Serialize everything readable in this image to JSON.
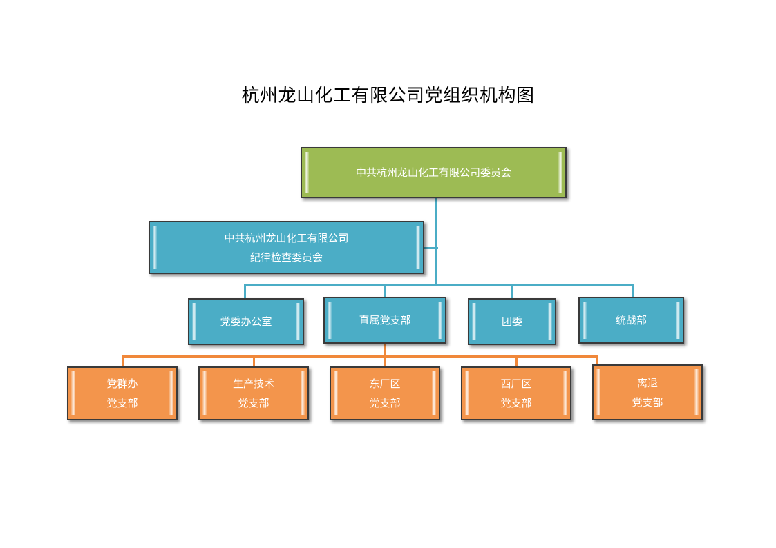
{
  "title": "杭州龙山化工有限公司党组织机构图",
  "colors": {
    "green": "#9DBB54",
    "blue": "#4BADC6",
    "orange": "#F3954C",
    "blue_connector": "#4BADC6",
    "orange_connector": "#F0883A",
    "border": "#3A3A3A",
    "text": "#FFFFFF",
    "title_text": "#000000",
    "background": "#FFFFFF"
  },
  "nodes": {
    "root": {
      "label": "中共杭州龙山化工有限公司委员会"
    },
    "discipline": {
      "line1": "中共杭州龙山化工有限公司",
      "line2": "纪律检查委员会"
    },
    "departments": [
      {
        "label": "党委办公室"
      },
      {
        "label": "直属党支部"
      },
      {
        "label": "团委"
      },
      {
        "label": "统战部"
      }
    ],
    "branches": [
      {
        "line1": "党群办",
        "line2": "党支部"
      },
      {
        "line1": "生产技术",
        "line2": "党支部"
      },
      {
        "line1": "东厂区",
        "line2": "党支部"
      },
      {
        "line1": "西厂区",
        "line2": "党支部"
      },
      {
        "line1": "离退",
        "line2": "党支部"
      }
    ]
  }
}
